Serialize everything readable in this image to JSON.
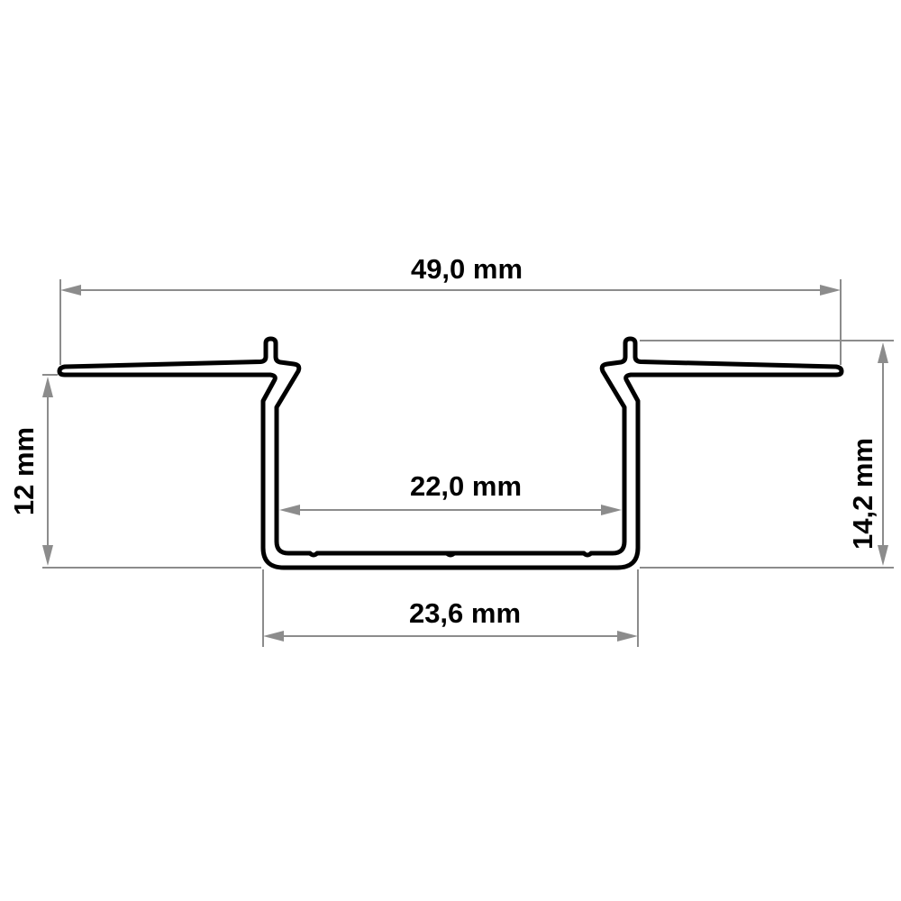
{
  "dimensions": {
    "total_width": "49,0 mm",
    "inner_width": "22,0 mm",
    "outer_channel_width": "23,6 mm",
    "channel_depth": "12 mm",
    "total_height": "14,2 mm"
  },
  "colors": {
    "profile": "#000000",
    "dimension_lines": "#8c8c8c",
    "background": "#ffffff"
  }
}
